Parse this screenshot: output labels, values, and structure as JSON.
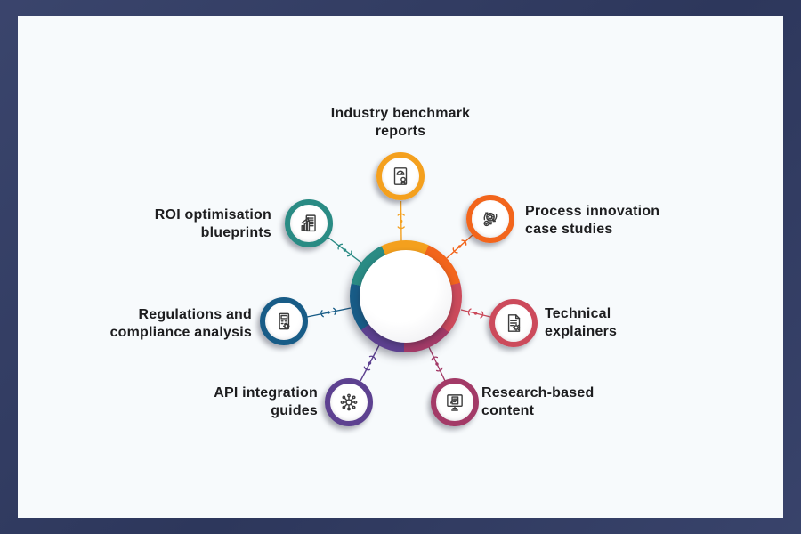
{
  "theme": {
    "frame_border_color": "#323d66",
    "panel_color": "#f7fafc",
    "text_color": "#1d1d1f",
    "icon_stroke_color": "#3d3d3d"
  },
  "diagram": {
    "type": "radial-hub-spoke",
    "hub": {
      "ring_stops": [
        {
          "color": "#f4a01e",
          "to": 24
        },
        {
          "color": "#f2651c",
          "to": 76
        },
        {
          "color": "#cc4a5b",
          "to": 130
        },
        {
          "color": "#a33a67",
          "to": 182
        },
        {
          "color": "#5d4190",
          "to": 233
        },
        {
          "color": "#185c87",
          "to": 283
        },
        {
          "color": "#2a8b84",
          "to": 334
        },
        {
          "color": "#f4a01e",
          "to": 360
        }
      ]
    },
    "nodes": [
      {
        "id": "industry-benchmark-reports",
        "label": "Industry benchmark reports",
        "color": "#f4a01e",
        "icon": "benchmark-report-icon",
        "position": "top"
      },
      {
        "id": "process-innovation-case-studies",
        "label": "Process innovation case studies",
        "color": "#f2651c",
        "icon": "innovation-bulb-gear-icon",
        "position": "upper-right"
      },
      {
        "id": "technical-explainers",
        "label": "Technical explainers",
        "color": "#cc4a5b",
        "icon": "document-gear-icon",
        "position": "right"
      },
      {
        "id": "research-based-content",
        "label": "Research-based content",
        "color": "#a33a67",
        "icon": "research-monitor-icon",
        "position": "lower-right"
      },
      {
        "id": "api-integration-guides",
        "label": "API integration guides",
        "color": "#5d4190",
        "icon": "api-network-icon",
        "position": "lower-left"
      },
      {
        "id": "regulations-compliance-analysis",
        "label": "Regulations and compliance analysis",
        "color": "#185c87",
        "icon": "compliance-calculator-gear-icon",
        "position": "left"
      },
      {
        "id": "roi-optimisation-blueprints",
        "label": "ROI optimisation blueprints",
        "color": "#2a8b84",
        "icon": "roi-bar-chart-doc-icon",
        "position": "upper-left"
      }
    ]
  }
}
